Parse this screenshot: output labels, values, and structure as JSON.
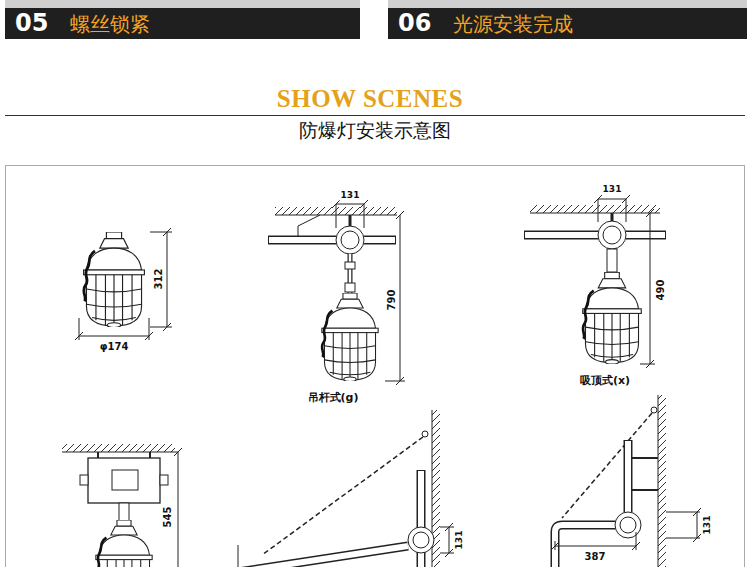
{
  "diagram": {
    "title": "SHOW SCENES",
    "nodes": [
      {
        "text": [
          "05",
          "螺丝锁紧"
        ]
      },
      {
        "text": [
          "06",
          "光源安装完成"
        ]
      }
    ],
    "labels": [
      "防爆灯安装示意图",
      "312",
      "φ174",
      "131",
      "790",
      "吊杆式(g)",
      "131",
      "490",
      "吸顶式(x)",
      "545",
      "131",
      "131",
      "387"
    ]
  }
}
